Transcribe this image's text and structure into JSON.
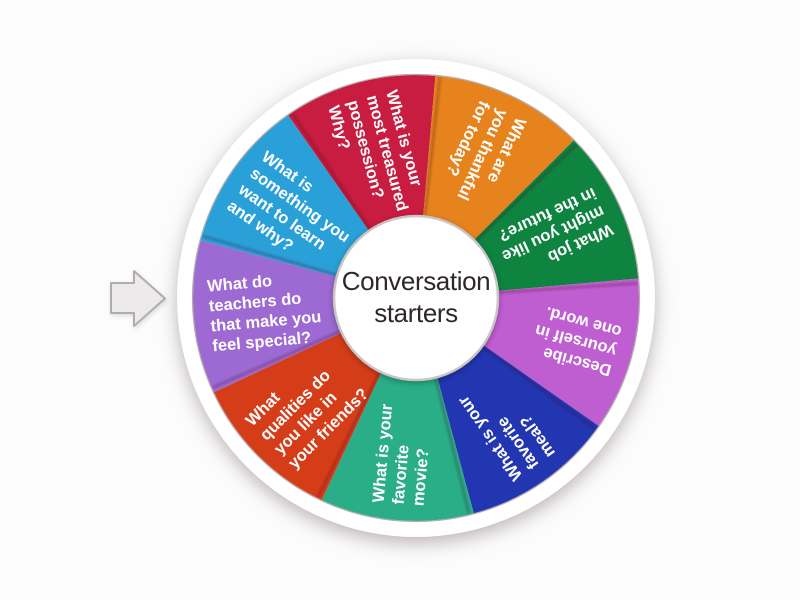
{
  "title": "Conversation starters",
  "background_color": "#fcfcfc",
  "pointer": {
    "name": "spin-pointer",
    "fill": "#eceaea",
    "stroke": "#b2adad"
  },
  "wheel": {
    "center_label_lines": [
      "Conversation",
      "starters"
    ],
    "center_text_color": "#2e282a",
    "label_text_color": "#ffffff",
    "rim_color": "#ffffff",
    "rim_edge_color": "#b5abab",
    "hub_fill": "#ffffff",
    "hub_edge_color": "#cbc4c4",
    "start_angle_deg": -35,
    "segment_sweep_deg": 40,
    "segments": [
      {
        "question": "What is your most treasured possession? Why?",
        "lines": [
          "What is your",
          "most treasured",
          "possession?",
          "Why?"
        ],
        "color": "#c81c40"
      },
      {
        "question": "What are you thankful for today?",
        "lines": [
          "What are",
          "you thankful",
          "for today?"
        ],
        "color": "#e7831d"
      },
      {
        "question": "What job might you like in the future?",
        "lines": [
          "What job",
          "might you like",
          "in the future?"
        ],
        "color": "#0e8440"
      },
      {
        "question": "Describe yourself in one word.",
        "lines": [
          "Describe",
          "yourself in",
          "one word."
        ],
        "color": "#bf5ed1"
      },
      {
        "question": "What is your favorite meal?",
        "lines": [
          "What is your",
          "favorite",
          "meal?"
        ],
        "color": "#2236b2"
      },
      {
        "question": "What is your favorite movie?",
        "lines": [
          "What is your",
          "favorite",
          "movie?"
        ],
        "color": "#29ae87"
      },
      {
        "question": "What qualities do you like in your friends?",
        "lines": [
          "What",
          "qualities do",
          "you like in",
          "your friends?"
        ],
        "color": "#d53d19"
      },
      {
        "question": "What do teachers do that make you feel special?",
        "lines": [
          "What do",
          "teachers do",
          "that make you",
          "feel special?"
        ],
        "color": "#9c6ad2"
      },
      {
        "question": "What is something you want to learn and why?",
        "lines": [
          "What is",
          "something you",
          "want to learn",
          "and why?"
        ],
        "color": "#2aa0d8"
      }
    ]
  }
}
